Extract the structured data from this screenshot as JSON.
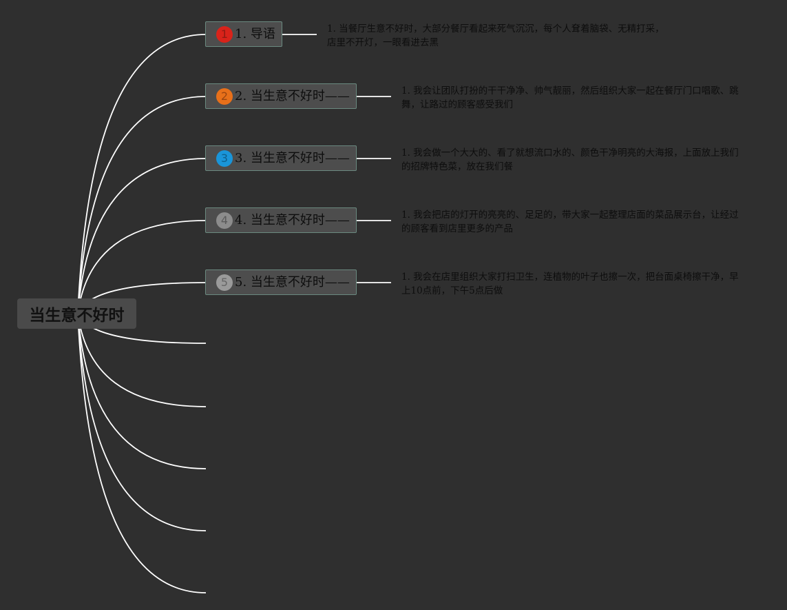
{
  "root": {
    "label": "当生意不好时"
  },
  "topics": [
    {
      "badge": "1",
      "badge_color": "#d9231a",
      "badge_text_color": "#8f1a12",
      "label": "1. 导语",
      "detail": "1. 当餐厅生意不好时，大部分餐厅看起来死气沉沉，每个人耷着脑袋、无精打采，店里不开灯，一眼看进去黑"
    },
    {
      "badge": "2",
      "badge_color": "#e8701a",
      "badge_text_color": "#9a4510",
      "label": "2. 当生意不好时——",
      "detail": "1. 我会让团队打扮的干干净净、帅气靓丽，然后组织大家一起在餐厅门口唱歌、跳舞，让路过的顾客感受我们"
    },
    {
      "badge": "3",
      "badge_color": "#1a95d9",
      "badge_text_color": "#0f5f8c",
      "label": "3. 当生意不好时——",
      "detail": "1. 我会做一个大大的、看了就想流口水的、颜色干净明亮的大海报，上面放上我们的招牌特色菜，放在我们餐"
    },
    {
      "badge": "4",
      "badge_color": "#8c8c8c",
      "badge_text_color": "#5a5a5a",
      "label": "4. 当生意不好时——",
      "detail": "1. 我会把店的灯开的亮亮的、足足的，带大家一起整理店面的菜品展示台，让经过的顾客看到店里更多的产品"
    },
    {
      "badge": "5",
      "badge_color": "#9a9a9a",
      "badge_text_color": "#656565",
      "label": "5. 当生意不好时——",
      "detail": "1. 我会在店里组织大家打扫卫生，连植物的叶子也擦一次，把台面桌椅擦干净，早上10点前，下午5点后做"
    }
  ],
  "colors": {
    "background": "#2f2f2f",
    "connector": "#ffffff",
    "node_fill": "#4d4d4d",
    "node_border": "#6b8a80"
  }
}
